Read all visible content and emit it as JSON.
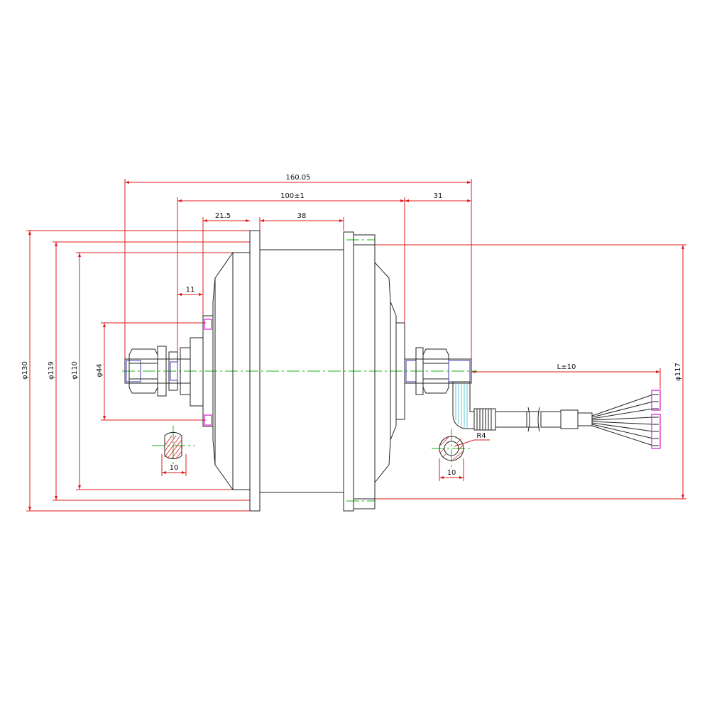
{
  "dimensions": {
    "overall_width": "160.05",
    "axle_span": "100±1",
    "right_extension": "31",
    "flange_offset": "21.5",
    "center_width": "38",
    "nut_width": "11",
    "cable_length": "L±10",
    "dia_130": "φ130",
    "dia_119": "φ119",
    "dia_110": "φ110",
    "dia_44": "φ44",
    "dia_117": "φ117",
    "axle_flat_left": "10",
    "axle_flat_right": "10",
    "radius": "R4"
  },
  "colors": {
    "outline": "#222222",
    "dimension": "#e01b1b",
    "centerline": "#19b019",
    "highlight": "#d01ec8",
    "cable_shield": "#3fb7c9"
  }
}
